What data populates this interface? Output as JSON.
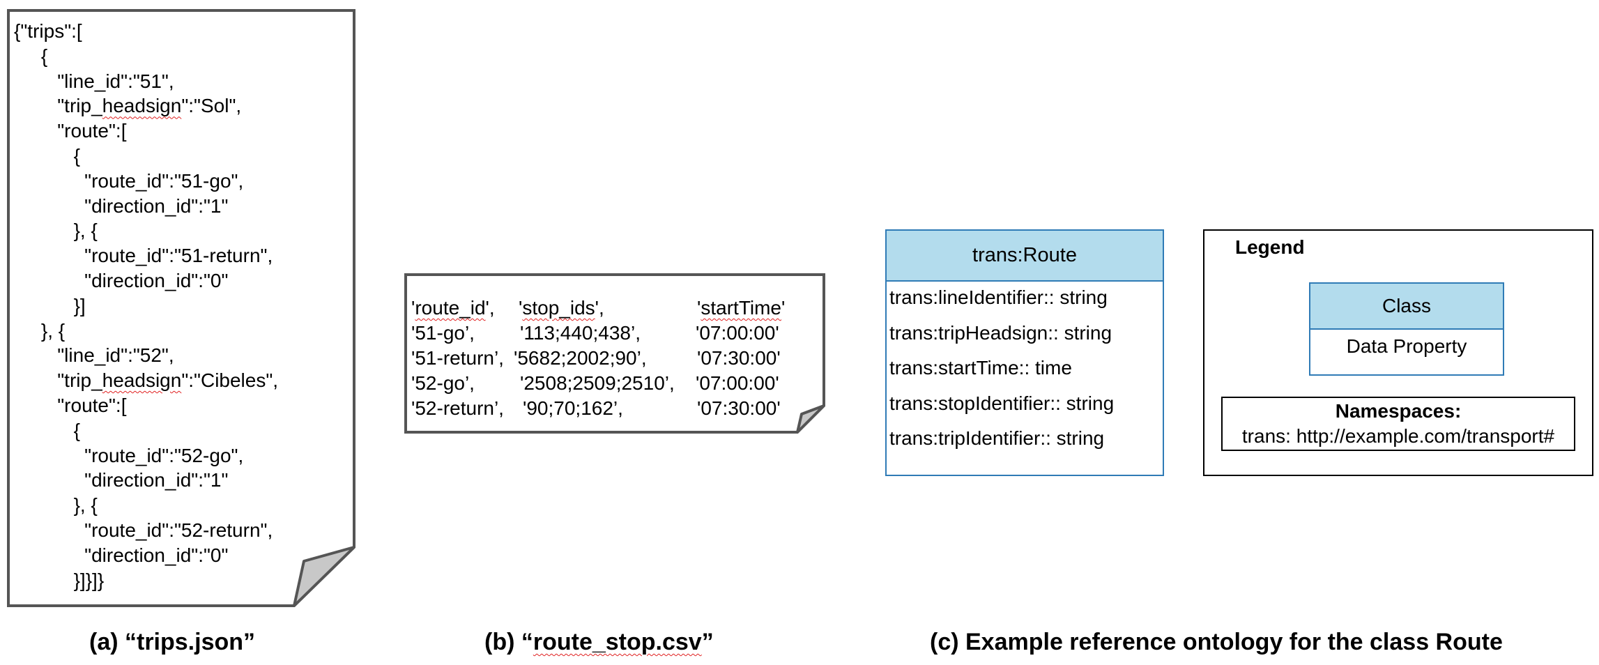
{
  "panel_a": {
    "lines": [
      "{\"trips\":[",
      "     {",
      "        \"line_id\":\"51\",",
      "        \"trip_headsign\":\"Sol\",",
      "        \"route\":[",
      "           {",
      "             \"route_id\":\"51-go\",",
      "             \"direction_id\":\"1\"",
      "           }, {",
      "             \"route_id\":\"51-return\",",
      "             \"direction_id\":\"0\"",
      "           }]",
      "     }, {",
      "        \"line_id\":\"52\",",
      "        \"trip_headsign\":\"Cibeles\",",
      "        \"route\":[",
      "           {",
      "             \"route_id\":\"52-go\",",
      "             \"direction_id\":\"1\"",
      "           }, {",
      "             \"route_id\":\"52-return\",",
      "             \"direction_id\":\"0\"",
      "           }]}]}"
    ],
    "caption": "(a) “trips.json”"
  },
  "panel_b": {
    "header": [
      "'route_id',",
      "'stop_ids',",
      "'startTime'"
    ],
    "rows": [
      [
        "'51-go’,",
        "'113;440;438’,",
        "'07:00:00'"
      ],
      [
        "'51-return’,",
        "'5682;2002;90’,",
        "'07:30:00'"
      ],
      [
        "'52-go’,",
        "'2508;2509;2510’,",
        "'07:00:00'"
      ],
      [
        "'52-return’,",
        "'90;70;162’,",
        "'07:30:00'"
      ]
    ],
    "caption_prefix": "(b) “",
    "caption_file": "route_stop.csv",
    "caption_suffix": "”"
  },
  "panel_c": {
    "class_name": "trans:Route",
    "properties": [
      "trans:lineIdentifier:: string",
      "trans:tripHeadsign:: string",
      "trans:startTime:: time",
      "trans:stopIdentifier:: string",
      "trans:tripIdentifier:: string"
    ],
    "legend": {
      "title": "Legend",
      "class_label": "Class",
      "property_label": "Data Property",
      "namespaces_title": "Namespaces:",
      "namespace": "trans: http://example.com/transport#"
    },
    "caption": "(c) Example reference ontology for the class Route",
    "colors": {
      "class_header_fill": "#b3dced",
      "class_border": "#2f7bb6",
      "doc_border": "#555555",
      "dogear_fill": "#c8c8c8"
    }
  }
}
